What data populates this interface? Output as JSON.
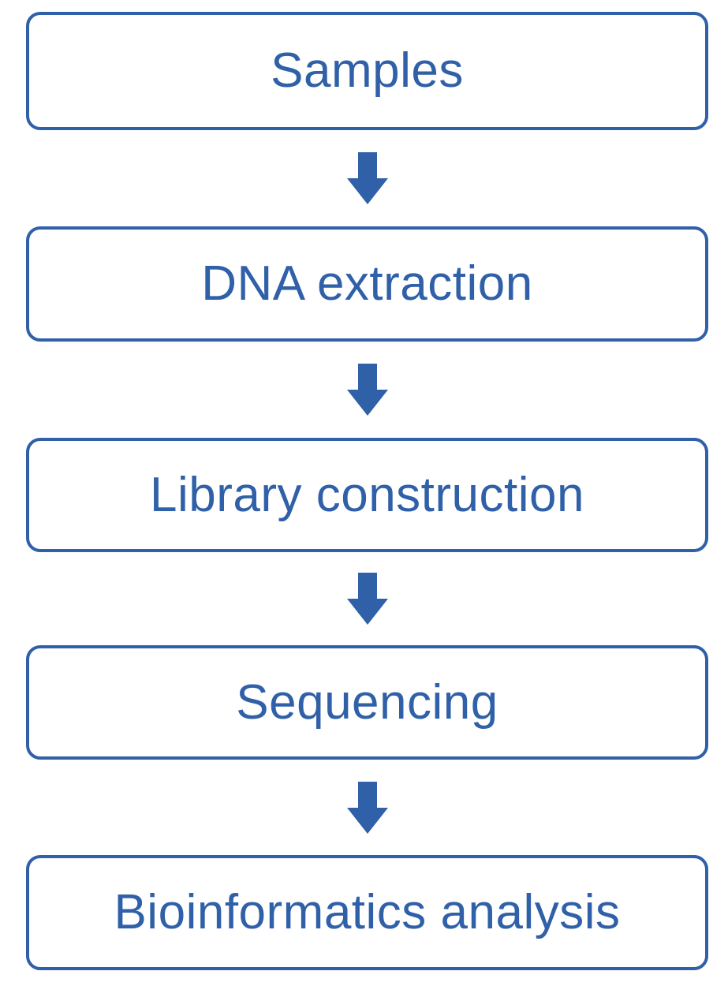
{
  "colors": {
    "accent": "#2F60A8",
    "background": "#FFFFFF"
  },
  "flowchart": {
    "direction": "vertical",
    "connector_icon": "down-arrow",
    "steps": [
      {
        "label": "Samples"
      },
      {
        "label": "DNA extraction"
      },
      {
        "label": "Library construction"
      },
      {
        "label": "Sequencing"
      },
      {
        "label": "Bioinformatics analysis"
      }
    ]
  }
}
